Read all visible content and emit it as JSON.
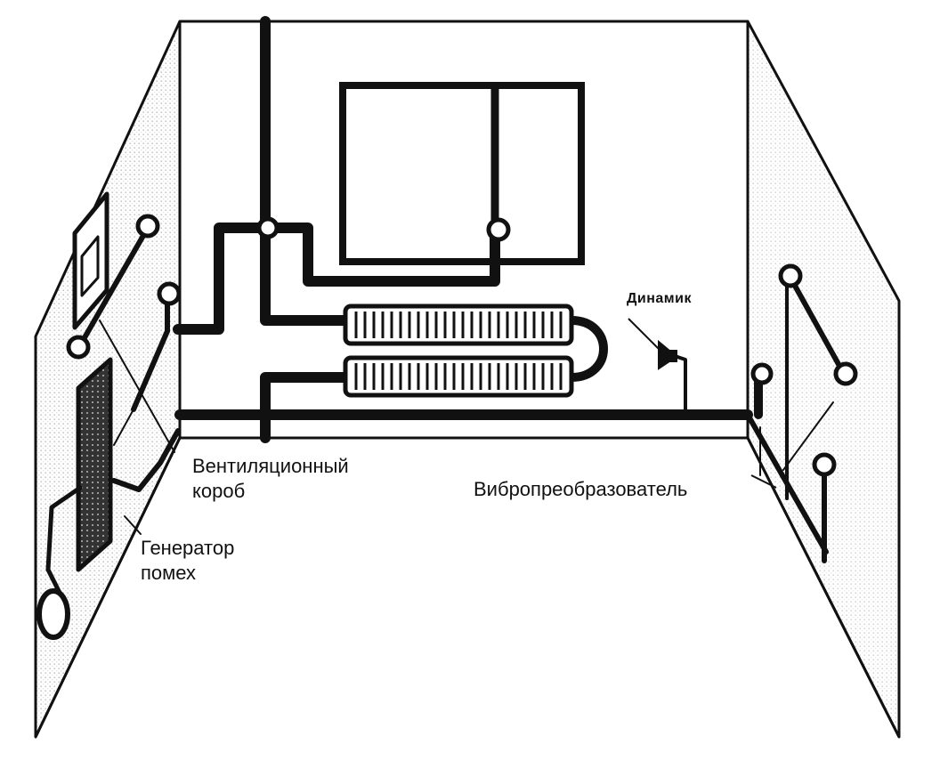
{
  "labels": {
    "speaker": "Динамик",
    "vent_duct_line1": "Вентиляционный",
    "vent_duct_line2": "короб",
    "vibro": "Вибропреобразователь",
    "noise_gen_line1": "Генератор",
    "noise_gen_line2": "помех"
  },
  "colors": {
    "ink": "#111111",
    "paper": "#ffffff",
    "shade": "#cfcfcf"
  }
}
